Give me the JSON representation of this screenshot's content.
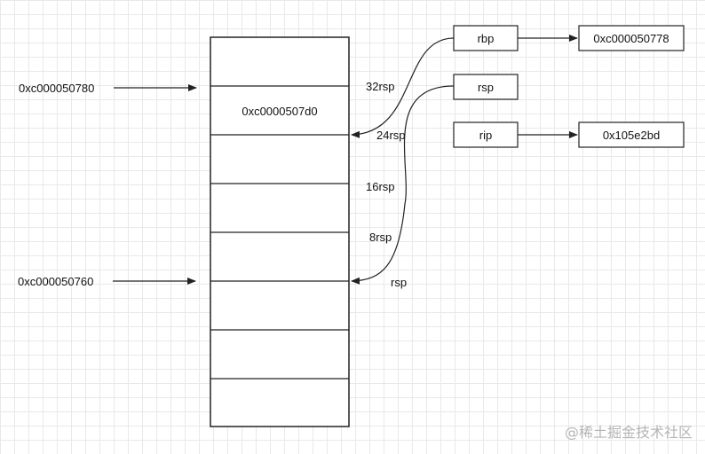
{
  "stack": {
    "cell_count": 8,
    "highlighted_value": "0xc0000507d0"
  },
  "addresses": {
    "top": "0xc000050780",
    "bottom": "0xc000050760"
  },
  "offsets": {
    "o32": "32rsp",
    "o24": "24rsp",
    "o16": "16rsp",
    "o8": "8rsp",
    "o0": "rsp"
  },
  "registers": {
    "rbp": {
      "label": "rbp",
      "value": "0xc000050778"
    },
    "rsp": {
      "label": "rsp"
    },
    "rip": {
      "label": "rip",
      "value": "0x105e2bd"
    }
  },
  "watermark": "@稀土掘金技术社区"
}
